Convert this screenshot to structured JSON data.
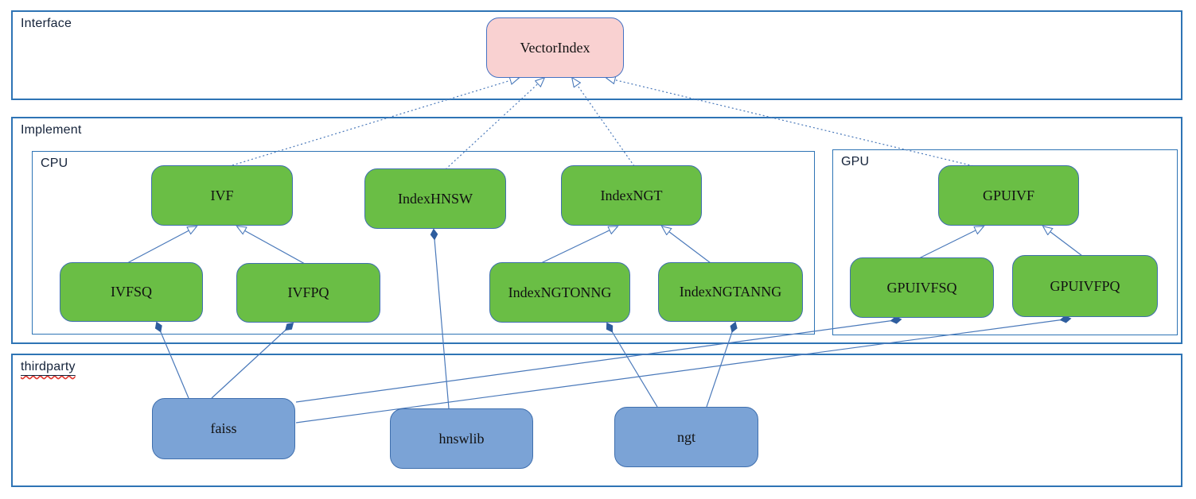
{
  "sections": {
    "interface": {
      "label": "Interface"
    },
    "implement": {
      "label": "Implement"
    },
    "cpu": {
      "label": "CPU"
    },
    "gpu": {
      "label": "GPU"
    },
    "thirdparty": {
      "label": "thirdparty"
    }
  },
  "nodes": {
    "vectorindex": {
      "label": "VectorIndex",
      "kind": "interface"
    },
    "ivf": {
      "label": "IVF",
      "kind": "cpu-class"
    },
    "indexhnsw": {
      "label": "IndexHNSW",
      "kind": "cpu-class"
    },
    "indexngt": {
      "label": "IndexNGT",
      "kind": "cpu-class"
    },
    "ivfsq": {
      "label": "IVFSQ",
      "kind": "cpu-class"
    },
    "ivfpq": {
      "label": "IVFPQ",
      "kind": "cpu-class"
    },
    "indexngtonng": {
      "label": "IndexNGTONNG",
      "kind": "cpu-class"
    },
    "indexngtanng": {
      "label": "IndexNGTANNG",
      "kind": "cpu-class"
    },
    "gpuivf": {
      "label": "GPUIVF",
      "kind": "gpu-class"
    },
    "gpuivfsq": {
      "label": "GPUIVFSQ",
      "kind": "gpu-class"
    },
    "gpuivfpq": {
      "label": "GPUIVFPQ",
      "kind": "gpu-class"
    },
    "faiss": {
      "label": "faiss",
      "kind": "thirdparty-lib"
    },
    "hnswlib": {
      "label": "hnswlib",
      "kind": "thirdparty-lib"
    },
    "ngt": {
      "label": "ngt",
      "kind": "thirdparty-lib"
    }
  },
  "edges": [
    {
      "from": "ivf",
      "to": "vectorindex",
      "type": "realization",
      "pts": [
        292,
        208,
        652,
        98
      ]
    },
    {
      "from": "indexhnsw",
      "to": "vectorindex",
      "type": "realization",
      "pts": [
        560,
        213,
        684,
        98
      ]
    },
    {
      "from": "indexngt",
      "to": "vectorindex",
      "type": "realization",
      "pts": [
        797,
        209,
        719,
        98
      ]
    },
    {
      "from": "gpuivf",
      "to": "vectorindex",
      "type": "realization",
      "pts": [
        1228,
        210,
        762,
        98
      ]
    },
    {
      "from": "ivfsq",
      "to": "ivf",
      "type": "inheritance",
      "pts": [
        160,
        331,
        247,
        285
      ]
    },
    {
      "from": "ivfpq",
      "to": "ivf",
      "type": "inheritance",
      "pts": [
        383,
        332,
        298,
        285
      ]
    },
    {
      "from": "indexngtonng",
      "to": "indexngt",
      "type": "inheritance",
      "pts": [
        680,
        331,
        776,
        285
      ]
    },
    {
      "from": "indexngtanng",
      "to": "indexngt",
      "type": "inheritance",
      "pts": [
        893,
        331,
        832,
        285
      ]
    },
    {
      "from": "gpuivfsq",
      "to": "gpuivf",
      "type": "inheritance",
      "pts": [
        1155,
        325,
        1236,
        285
      ]
    },
    {
      "from": "gpuivfpq",
      "to": "gpuivf",
      "type": "inheritance",
      "pts": [
        1360,
        322,
        1311,
        285
      ]
    },
    {
      "from": "ivfsq",
      "to": "faiss",
      "type": "composition",
      "pts": [
        197,
        406,
        237,
        501
      ]
    },
    {
      "from": "ivfpq",
      "to": "faiss",
      "type": "composition",
      "pts": [
        368,
        407,
        266,
        501
      ]
    },
    {
      "from": "indexhnsw",
      "to": "hnswlib",
      "type": "composition",
      "pts": [
        545,
        289,
        564,
        514
      ]
    },
    {
      "from": "indexngtonng",
      "to": "ngt",
      "type": "composition",
      "pts": [
        763,
        407,
        826,
        512
      ]
    },
    {
      "from": "indexngtanng",
      "to": "ngt",
      "type": "composition",
      "pts": [
        924,
        406,
        888,
        512
      ]
    },
    {
      "from": "gpuivfsq",
      "to": "faiss",
      "type": "composition",
      "pts": [
        1132,
        402,
        372,
        506
      ]
    },
    {
      "from": "gpuivfpq",
      "to": "faiss",
      "type": "composition",
      "pts": [
        1345,
        401,
        372,
        532
      ]
    }
  ],
  "colors": {
    "section_border": "#2e74b5",
    "node_border": "#3f6fae",
    "edge_line": "#4a79ba",
    "class_green": "#6abe45",
    "library_blue": "#7ba3d6",
    "interface_pink": "#f9d1d1",
    "diamond_fill": "#2e5d9e",
    "label_text": "#15233a",
    "spellcheck_squiggle": "#e0342b"
  }
}
